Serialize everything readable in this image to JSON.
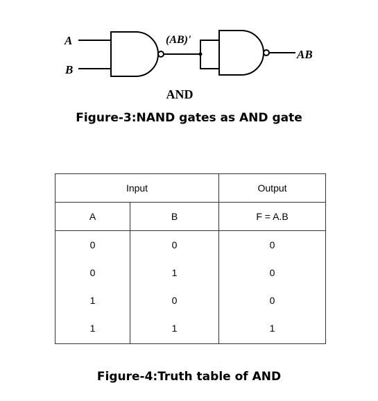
{
  "diagram": {
    "input_a": "A",
    "input_b": "B",
    "intermediate": "(AB)'",
    "output": "AB",
    "label": "AND"
  },
  "captions": {
    "figure3": "Figure-3:NAND gates as AND gate",
    "figure4": "Figure-4:Truth table of AND"
  },
  "truth_table": {
    "group_input": "Input",
    "group_output": "Output",
    "col_a": "A",
    "col_b": "B",
    "col_f": "F = A.B",
    "rows": [
      {
        "a": "0",
        "b": "0",
        "f": "0"
      },
      {
        "a": "0",
        "b": "1",
        "f": "0"
      },
      {
        "a": "1",
        "b": "0",
        "f": "0"
      },
      {
        "a": "1",
        "b": "1",
        "f": "1"
      }
    ]
  }
}
